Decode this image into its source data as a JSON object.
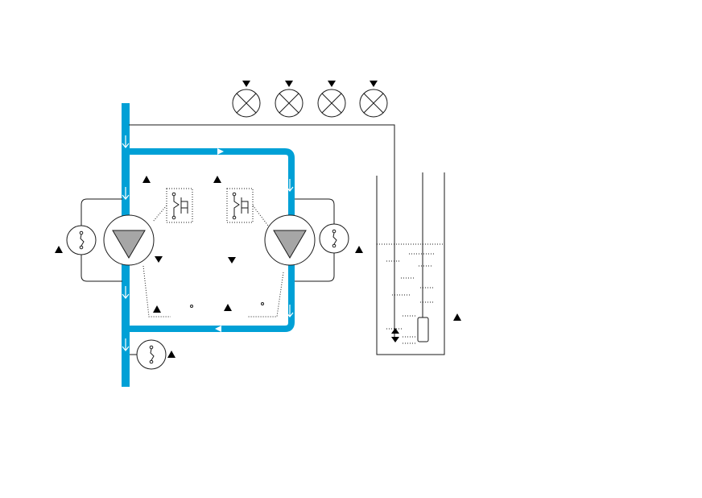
{
  "diagram": {
    "colors": {
      "pipe": "#00a0d6",
      "line": "#1a1a1a",
      "pump_fill": "#a6a6a6",
      "arrow_on_pipe": "#ffffff",
      "marker": "#000000",
      "background": "#ffffff"
    },
    "components": {
      "indicator_lamps": [
        "lamp-icon",
        "lamp-icon",
        "lamp-icon",
        "lamp-icon"
      ],
      "pumps": [
        "pump-left-icon",
        "pump-right-icon"
      ],
      "pressure_switches": [
        "pressure-switch-left-icon",
        "pressure-switch-right-icon",
        "pressure-switch-bottom-icon"
      ],
      "check_valves": [
        "check-valve-left-icon",
        "check-valve-right-icon"
      ],
      "tank": "tank-icon",
      "level_sensor": "float-sensor-icon"
    },
    "flow_direction": {
      "main_riser": "down",
      "loop_top": "right",
      "loop_bottom": "left",
      "loop_right": "down"
    }
  }
}
